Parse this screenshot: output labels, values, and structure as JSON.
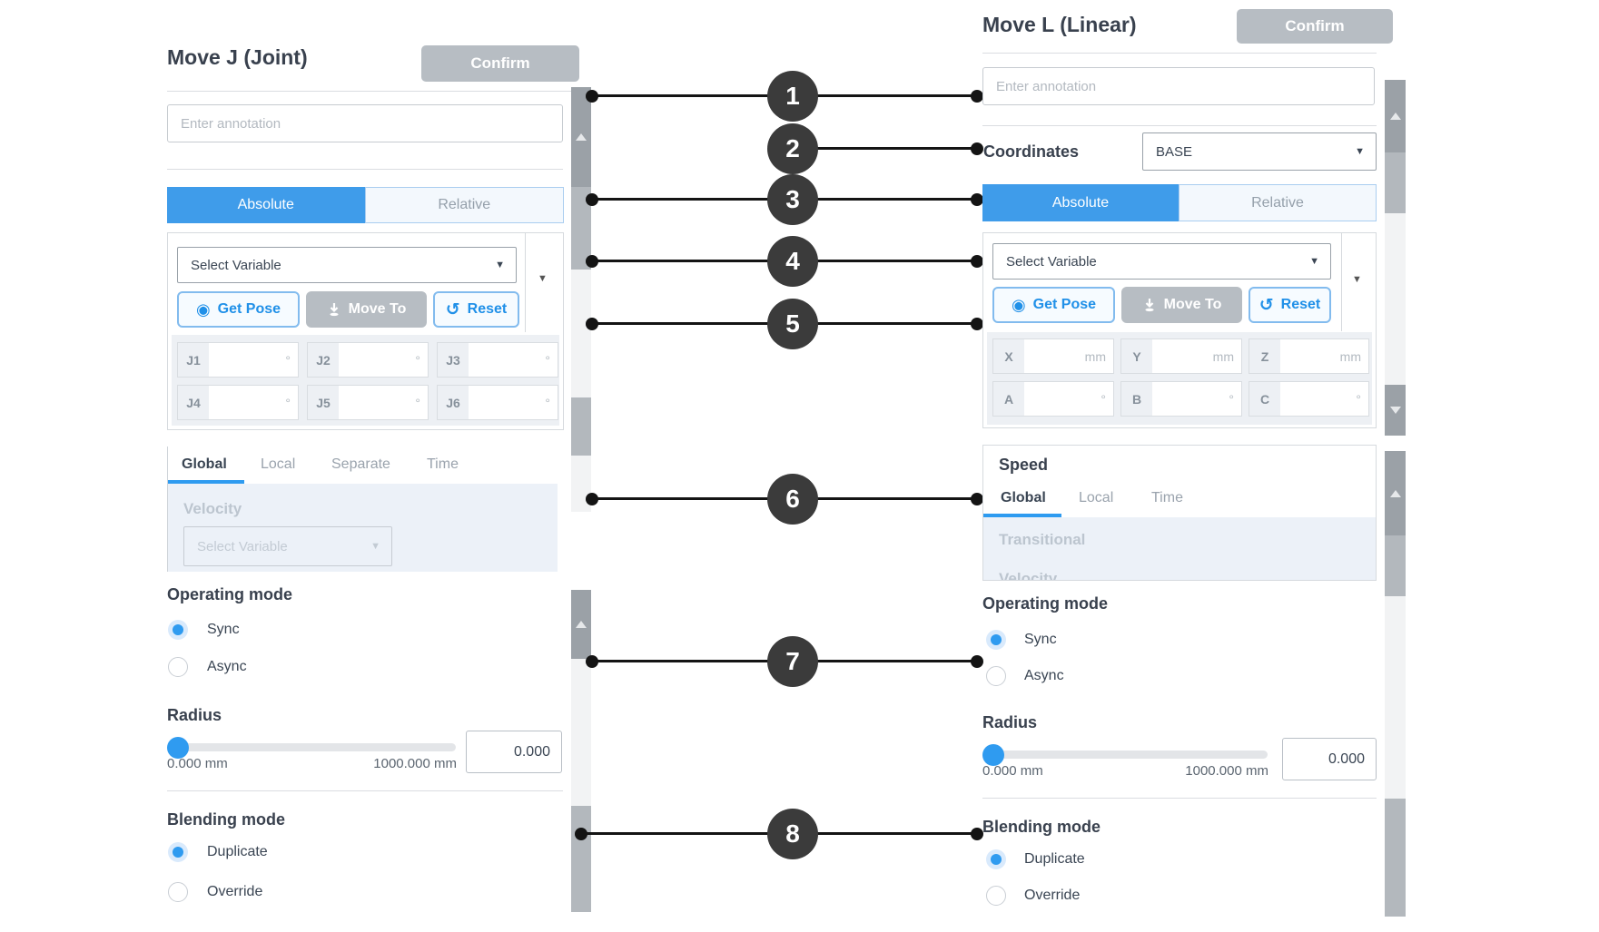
{
  "left_panel": {
    "title": "Move J (Joint)",
    "confirm_label": "Confirm",
    "annotation_placeholder": "Enter annotation",
    "mode_tabs": {
      "absolute": "Absolute",
      "relative": "Relative",
      "active": "Absolute"
    },
    "variable_dropdown_placeholder": "Select Variable",
    "buttons": {
      "get_pose": "Get Pose",
      "move_to": "Move To",
      "reset": "Reset"
    },
    "joint_fields": [
      {
        "label": "J1",
        "unit": "°",
        "value": ""
      },
      {
        "label": "J2",
        "unit": "°",
        "value": ""
      },
      {
        "label": "J3",
        "unit": "°",
        "value": ""
      },
      {
        "label": "J4",
        "unit": "°",
        "value": ""
      },
      {
        "label": "J5",
        "unit": "°",
        "value": ""
      },
      {
        "label": "J6",
        "unit": "°",
        "value": ""
      }
    ],
    "speed_section": {
      "tabs": [
        "Global",
        "Local",
        "Separate",
        "Time"
      ],
      "active_tab": "Global",
      "velocity_label": "Velocity",
      "velocity_placeholder": "Select Variable"
    },
    "operating_mode": {
      "label": "Operating mode",
      "options": [
        "Sync",
        "Async"
      ],
      "selected": "Sync"
    },
    "radius": {
      "label": "Radius",
      "min_label": "0.000 mm",
      "max_label": "1000.000 mm",
      "value": "0.000"
    },
    "blending_mode": {
      "label": "Blending mode",
      "options": [
        "Duplicate",
        "Override"
      ],
      "selected": "Duplicate"
    }
  },
  "right_panel": {
    "title": "Move L (Linear)",
    "confirm_label": "Confirm",
    "annotation_placeholder": "Enter annotation",
    "coordinates": {
      "label": "Coordinates",
      "value": "BASE"
    },
    "mode_tabs": {
      "absolute": "Absolute",
      "relative": "Relative",
      "active": "Absolute"
    },
    "variable_dropdown_placeholder": "Select Variable",
    "buttons": {
      "get_pose": "Get Pose",
      "move_to": "Move To",
      "reset": "Reset"
    },
    "position_fields": [
      {
        "label": "X",
        "unit": "mm",
        "value": ""
      },
      {
        "label": "Y",
        "unit": "mm",
        "value": ""
      },
      {
        "label": "Z",
        "unit": "mm",
        "value": ""
      }
    ],
    "orientation_fields": [
      {
        "label": "A",
        "unit": "°",
        "value": ""
      },
      {
        "label": "B",
        "unit": "°",
        "value": ""
      },
      {
        "label": "C",
        "unit": "°",
        "value": ""
      }
    ],
    "speed_section": {
      "title": "Speed",
      "tabs": [
        "Global",
        "Local",
        "Time"
      ],
      "active_tab": "Global",
      "transitional_label": "Transitional",
      "clipped_label": "Velocity"
    },
    "operating_mode": {
      "label": "Operating mode",
      "options": [
        "Sync",
        "Async"
      ],
      "selected": "Sync"
    },
    "radius": {
      "label": "Radius",
      "min_label": "0.000 mm",
      "max_label": "1000.000 mm",
      "value": "0.000"
    },
    "blending_mode": {
      "label": "Blending mode",
      "options": [
        "Duplicate",
        "Override"
      ],
      "selected": "Duplicate"
    }
  },
  "callouts": [
    {
      "label": "1"
    },
    {
      "label": "2"
    },
    {
      "label": "3"
    },
    {
      "label": "4"
    },
    {
      "label": "5"
    },
    {
      "label": "6"
    },
    {
      "label": "7"
    },
    {
      "label": "8"
    }
  ],
  "colors": {
    "accent_blue": "#3F9CEA",
    "radio_blue": "#2F9BF0",
    "button_gray": "#B7BDC3",
    "callout_dark": "#3B3B3B"
  }
}
